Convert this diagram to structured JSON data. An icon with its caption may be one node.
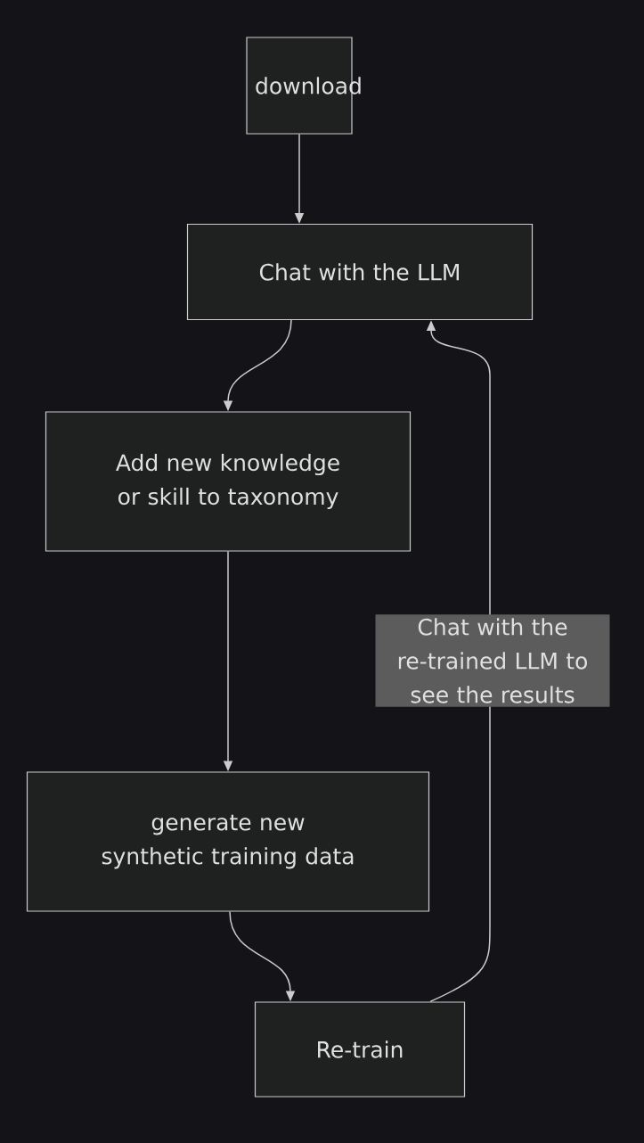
{
  "diagram": {
    "nodes": [
      {
        "text": [
          "download"
        ]
      },
      {
        "text": [
          "Chat with the LLM"
        ]
      },
      {
        "text": [
          "Add new knowledge or skill to taxonomy"
        ]
      },
      {
        "text": [
          "generate new synthetic training data"
        ]
      },
      {
        "text": [
          "Re-train"
        ]
      }
    ],
    "edges": [
      {
        "from": 0,
        "to": 1,
        "arrow": "to"
      },
      {
        "from": 1,
        "to": 2,
        "arrow": "to"
      },
      {
        "from": 2,
        "to": 3,
        "arrow": "to"
      },
      {
        "from": 3,
        "to": 4,
        "arrow": "to"
      },
      {
        "from": 4,
        "to": 1,
        "arrow": "to",
        "label": "Chat with the re-trained LLM to see the results"
      }
    ]
  }
}
